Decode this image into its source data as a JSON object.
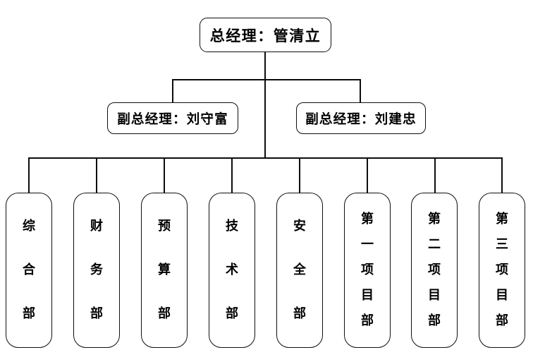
{
  "chart_data": {
    "type": "diagram",
    "subtype": "organization-chart",
    "title": "",
    "orientation": "top-down",
    "levels": 3,
    "node_count": 11,
    "colors": {
      "line": "#0d0d0d",
      "box_border": "#0f0f0f",
      "box_fill": "#ffffff",
      "text": "#000000",
      "background": "#ffffff"
    },
    "nodes": [
      {
        "id": "gm",
        "level": 1,
        "label": "总经理：管清立",
        "text_orientation": "horizontal"
      },
      {
        "id": "dgm1",
        "level": 2,
        "label": "副总经理：刘守富",
        "text_orientation": "horizontal"
      },
      {
        "id": "dgm2",
        "level": 2,
        "label": "副总经理：刘建忠",
        "text_orientation": "horizontal"
      },
      {
        "id": "d1",
        "level": 3,
        "label": "综合部",
        "text_orientation": "vertical"
      },
      {
        "id": "d2",
        "level": 3,
        "label": "财务部",
        "text_orientation": "vertical"
      },
      {
        "id": "d3",
        "level": 3,
        "label": "预算部",
        "text_orientation": "vertical"
      },
      {
        "id": "d4",
        "level": 3,
        "label": "技术部",
        "text_orientation": "vertical"
      },
      {
        "id": "d5",
        "level": 3,
        "label": "安全部",
        "text_orientation": "vertical"
      },
      {
        "id": "d6",
        "level": 3,
        "label": "第一项目部",
        "text_orientation": "vertical"
      },
      {
        "id": "d7",
        "level": 3,
        "label": "第二项目部",
        "text_orientation": "vertical"
      },
      {
        "id": "d8",
        "level": 3,
        "label": "第三项目部",
        "text_orientation": "vertical"
      }
    ],
    "edges": [
      {
        "from": "gm",
        "to": "dgm1"
      },
      {
        "from": "gm",
        "to": "dgm2"
      },
      {
        "from": "gm",
        "to": "d1"
      },
      {
        "from": "gm",
        "to": "d2"
      },
      {
        "from": "gm",
        "to": "d3"
      },
      {
        "from": "gm",
        "to": "d4"
      },
      {
        "from": "gm",
        "to": "d5"
      },
      {
        "from": "gm",
        "to": "d6"
      },
      {
        "from": "gm",
        "to": "d7"
      },
      {
        "from": "gm",
        "to": "d8"
      }
    ]
  },
  "top": {
    "manager_label": "总经理：管清立"
  },
  "deputies": [
    {
      "label": "副总经理：刘守富"
    },
    {
      "label": "副总经理：刘建忠"
    }
  ],
  "departments": [
    {
      "label": "综合部",
      "chars": [
        "综",
        "合",
        "部"
      ]
    },
    {
      "label": "财务部",
      "chars": [
        "财",
        "务",
        "部"
      ]
    },
    {
      "label": "预算部",
      "chars": [
        "预",
        "算",
        "部"
      ]
    },
    {
      "label": "技术部",
      "chars": [
        "技",
        "术",
        "部"
      ]
    },
    {
      "label": "安全部",
      "chars": [
        "安",
        "全",
        "部"
      ]
    },
    {
      "label": "第一项目部",
      "chars": [
        "第",
        "一",
        "项",
        "目",
        "部"
      ]
    },
    {
      "label": "第二项目部",
      "chars": [
        "第",
        "二",
        "项",
        "目",
        "部"
      ]
    },
    {
      "label": "第三项目部",
      "chars": [
        "第",
        "三",
        "项",
        "目",
        "部"
      ]
    }
  ]
}
